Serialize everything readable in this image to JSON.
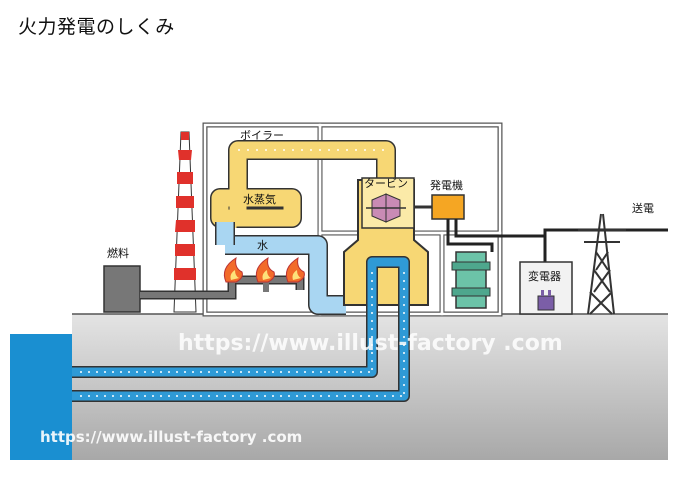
{
  "title": "火力発電のしくみ",
  "labels": {
    "boiler": "ボイラー",
    "steam": "水蒸気",
    "water": "水",
    "turbine": "タービン",
    "generator": "発電機",
    "fuel": "燃料",
    "transformer": "変電器",
    "transmission": "送電"
  },
  "watermarks": {
    "large": "https://www.illust-factory .com",
    "small": "https://www.illust-factory .com"
  },
  "colors": {
    "steam_pipe": "#f7d774",
    "water_pipe": "#a9d6f2",
    "cooling_pipe": "#2f9ad6",
    "sea": "#1a8fd1",
    "ground": "#d9d9d9",
    "generator": "#f5a623",
    "chimney_red": "#e0312b",
    "flame": "#f26b2a"
  }
}
